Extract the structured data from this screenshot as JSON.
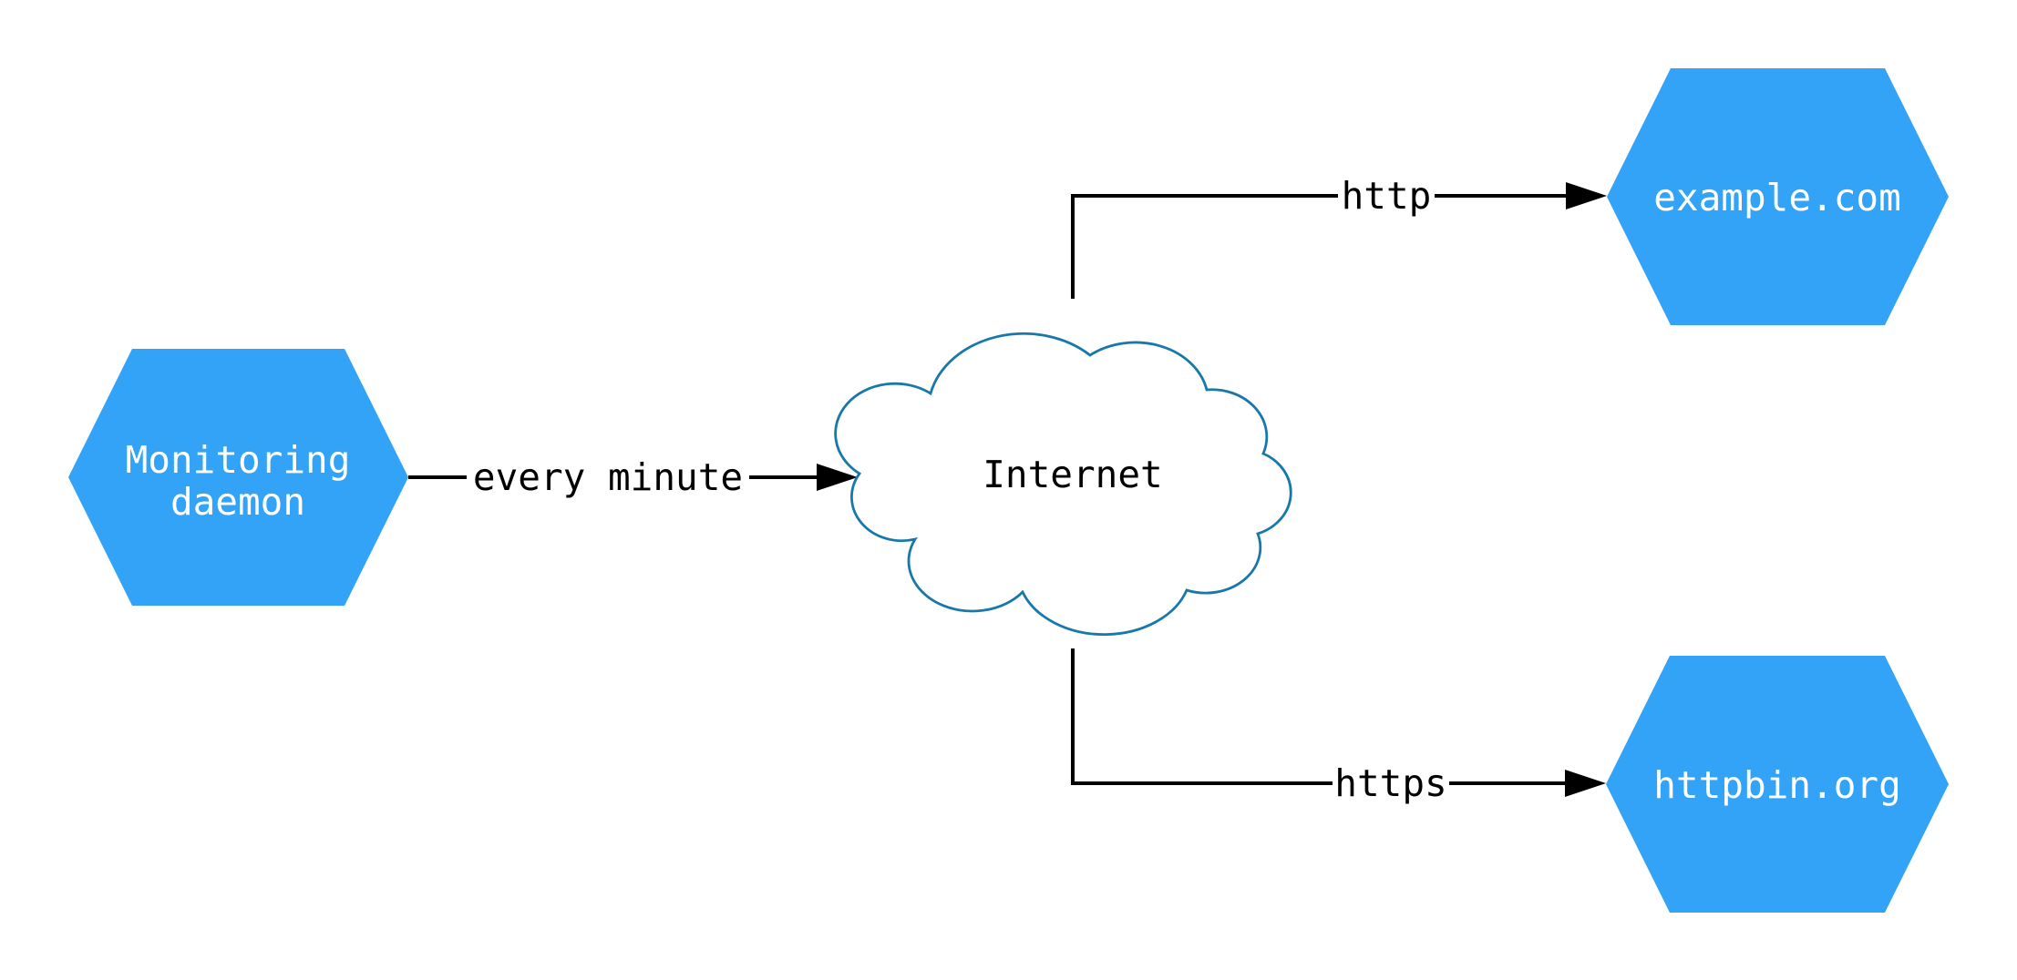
{
  "diagram": {
    "type": "flowchart",
    "nodes": [
      {
        "id": "monitoring-daemon",
        "shape": "hexagon",
        "label_lines": [
          "Monitoring",
          "daemon"
        ]
      },
      {
        "id": "internet",
        "shape": "cloud",
        "label": "Internet"
      },
      {
        "id": "example-com",
        "shape": "hexagon",
        "label": "example.com"
      },
      {
        "id": "httpbin-org",
        "shape": "hexagon",
        "label": "httpbin.org"
      }
    ],
    "edges": [
      {
        "from": "monitoring-daemon",
        "to": "internet",
        "label": "every minute"
      },
      {
        "from": "internet",
        "to": "example-com",
        "label": "http"
      },
      {
        "from": "internet",
        "to": "httpbin-org",
        "label": "https"
      }
    ],
    "colors": {
      "node_fill": "#32a3f7",
      "node_text": "#ffffff",
      "cloud_fill": "#ffffff",
      "cloud_stroke": "#1878aa",
      "edge_stroke": "#000000",
      "edge_text": "#000000"
    }
  }
}
